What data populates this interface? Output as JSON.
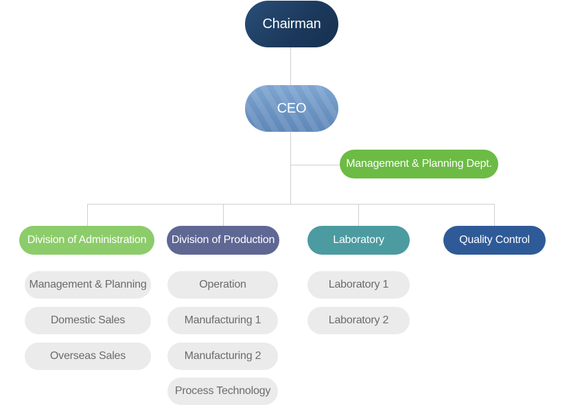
{
  "chart": {
    "chairman": "Chairman",
    "ceo": "CEO",
    "staff_dept": "Management  & Planning Dept.",
    "divisions": [
      {
        "label": "Division of Administration",
        "color": "#8ccc6a",
        "units": [
          "Management  & Planning",
          "Domestic Sales",
          "Overseas Sales"
        ]
      },
      {
        "label": "Division of Production",
        "color": "#5f6793",
        "units": [
          "Operation",
          "Manufacturing 1",
          "Manufacturing 2",
          "Process Technology"
        ]
      },
      {
        "label": "Laboratory",
        "color": "#4b9ba1",
        "units": [
          "Laboratory 1",
          "Laboratory 2"
        ]
      },
      {
        "label": "Quality Control",
        "color": "#2f5a98",
        "units": []
      }
    ]
  },
  "colors": {
    "chairman": "#1c3a5d",
    "ceo": "#6d95c3",
    "staff_dept": "#6cbb45",
    "connector": "#cfcfcf",
    "unit_bg": "#ebebeb",
    "unit_text": "#6b6b6b"
  }
}
